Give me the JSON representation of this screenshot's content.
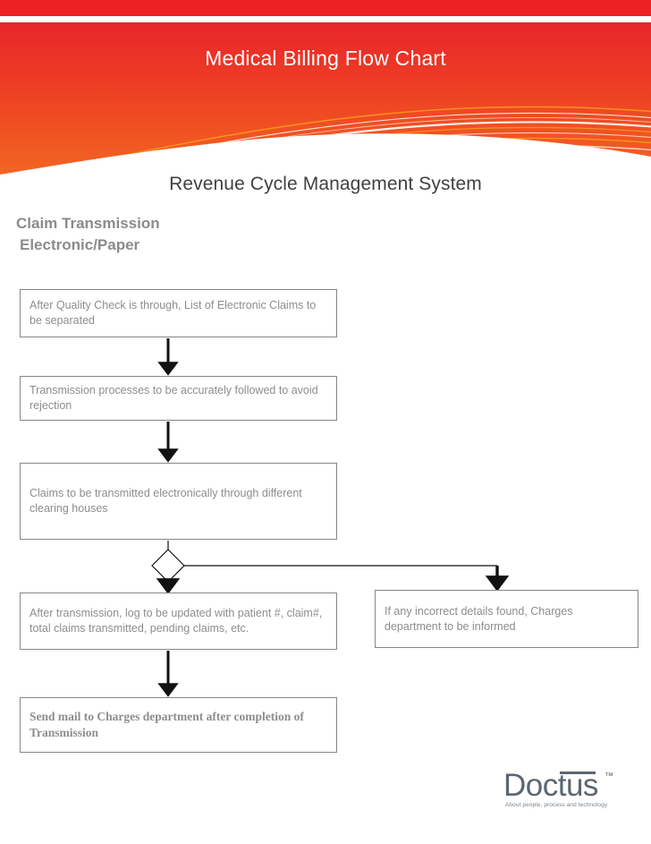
{
  "header": {
    "title": "Medical Billing Flow Chart",
    "colors": {
      "top_bar": "#ed2024",
      "band_top": "#e8252b",
      "band_bottom": "#f26522",
      "swoosh_light": "#ffffff",
      "swoosh_orange": "#f7941e"
    }
  },
  "subtitle": "Revenue Cycle Management System",
  "section": {
    "heading_line1": "Claim Transmission",
    "heading_line2": "Electronic/Paper"
  },
  "flow": {
    "box_1": "After Quality Check is through, List of Electronic Claims to be separated",
    "box_2": "Transmission  processes to be  accurately followed to avoid rejection",
    "box_3": "Claims to be transmitted electronically through different clearing houses",
    "box_4": "After transmission, log to be updated with patient #, claim#, total claims transmitted, pending claims, etc.",
    "box_right": "If any incorrect details  found, Charges department to be informed",
    "box_5": "Send mail to Charges department after completion of Transmission",
    "decision_node": "diamond"
  },
  "logo": {
    "word": "Doctus",
    "trademark": "™",
    "tagline": "About people, process and technology",
    "color": "#5c6670"
  }
}
